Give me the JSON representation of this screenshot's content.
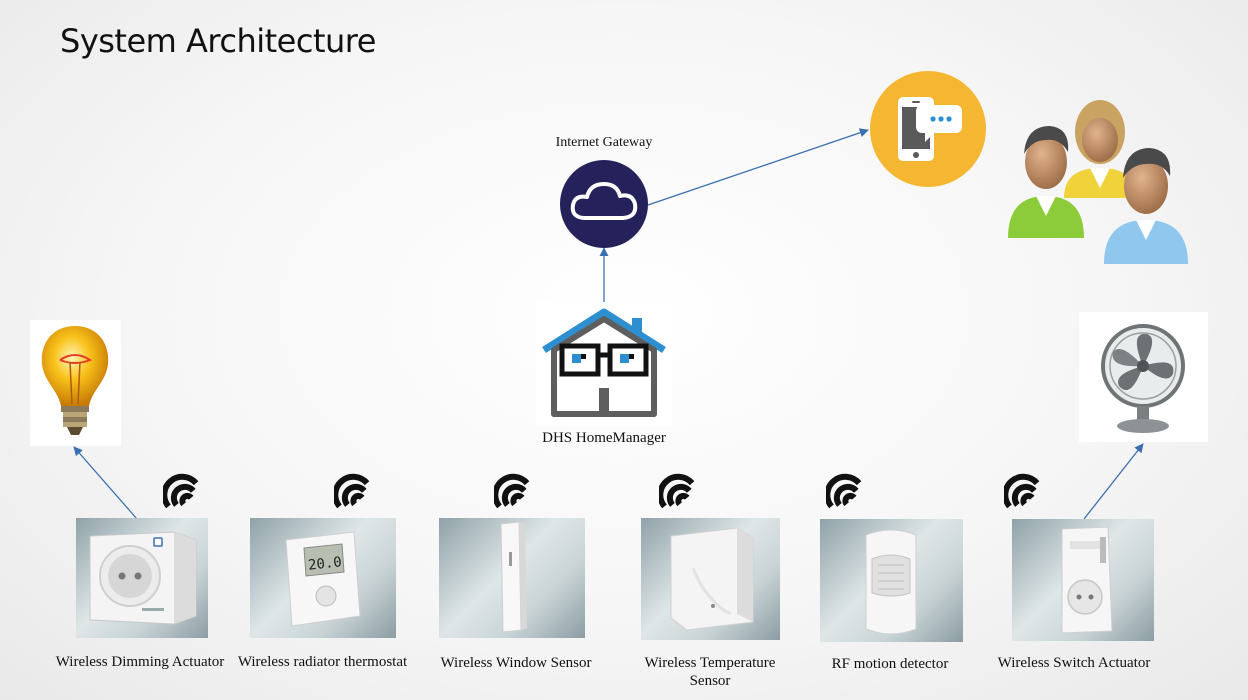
{
  "title": "System Architecture",
  "gateway": {
    "label": "Internet Gateway",
    "icon": "cloud-icon",
    "color": "#25215a"
  },
  "hub": {
    "label": "DHS HomeManager",
    "icon": "house-glasses-icon",
    "roof_color": "#2e8fd0"
  },
  "app": {
    "icon": "phone-chat-icon",
    "color": "#f5b731"
  },
  "users": {
    "icon": "users-group-icon"
  },
  "outputs": {
    "light": {
      "icon": "light-bulb-icon"
    },
    "fan": {
      "icon": "fan-icon"
    }
  },
  "devices": [
    {
      "label": "Wireless Dimming Actuator",
      "icon": "dimming-plug-icon"
    },
    {
      "label": "Wireless radiator thermostat",
      "icon": "thermostat-icon",
      "display": "20.0"
    },
    {
      "label": "Wireless Window Sensor",
      "icon": "window-sensor-icon"
    },
    {
      "label": "Wireless Temperature Sensor",
      "icon": "temperature-sensor-icon"
    },
    {
      "label": "RF motion detector",
      "icon": "motion-detector-icon"
    },
    {
      "label": "Wireless Switch Actuator",
      "icon": "switch-plug-icon"
    }
  ],
  "colors": {
    "arrow": "#3b6fb0",
    "wifi": "#111111"
  }
}
